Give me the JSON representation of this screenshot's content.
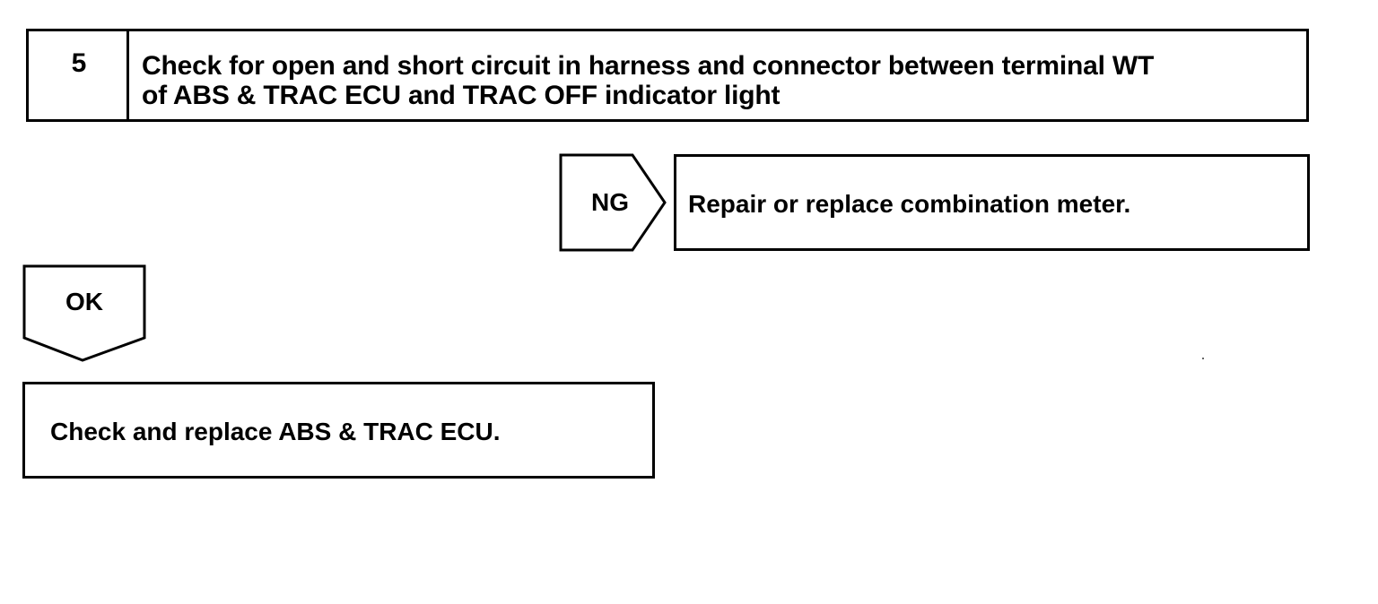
{
  "step": {
    "number": "5",
    "title_line1": "Check for open and short circuit in harness and connector between terminal WT",
    "title_line2": "of ABS & TRAC ECU and TRAC OFF indicator light"
  },
  "ng_branch": {
    "label": "NG",
    "result": "Repair or replace combination meter."
  },
  "ok_branch": {
    "label": "OK",
    "result": "Check and replace ABS & TRAC ECU."
  },
  "colors": {
    "stroke": "#000000",
    "background": "#ffffff"
  }
}
